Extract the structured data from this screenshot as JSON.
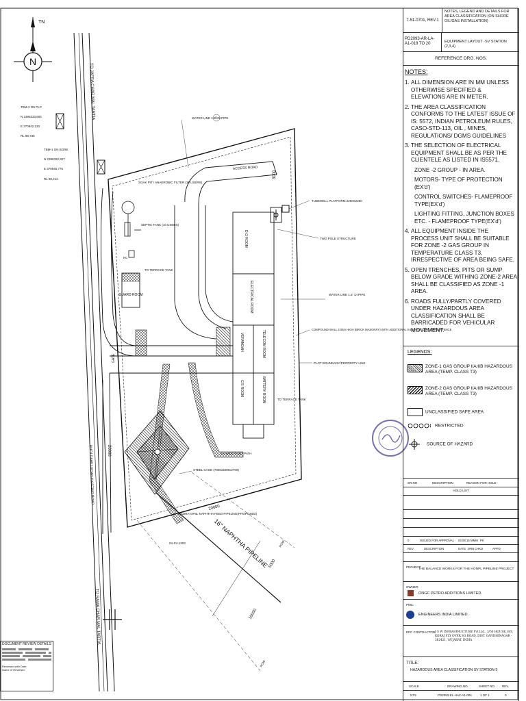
{
  "title_block": {
    "ref1_no": "7-51-0701, REV.1",
    "ref1_desc": "NOTES, LEGEND AND DETAILS FOR AREA CLASSIFICATION (ON SHORE OIL/GAS INSTALLATION)",
    "ref2_no": "PD2093-AR-LA-A1-018 TO 20",
    "ref2_desc": "EQUIPMENT LAYOUT -SV STATION (2,3,4)",
    "ref_header": "REFERENCE DRG. NOS.",
    "notes_header": "NOTES:",
    "notes": [
      "ALL DIMENSION ARE IN MM UNLESS OTHERWISE SPECIFIED & ELEVATIONS ARE IN METER.",
      "THE AREA CLASSIFICATION CONFORMS TO THE LATEST ISSUE OF IS: 5572, INDIAN PETROLEUM RULES, CASO-STD-113, OIL , MINES, REGULATIONS/ DGMS GUIDELINES",
      "THE SELECTION OF ELECTRICAL EQUIPMENT SHALL BE AS PER THE CLIENTELE AS LISTED IN IS5571.",
      "ALL EQUIPMENT INSIDE THE PROCESS UNIT SHALL BE SUITABLE FOR ZONE -2 GAS GROUP IN TEMPERATURE CLASS T3, IRRESPECTIVE OF AREA BEING SAFE.",
      "OPEN TRENCHES, PITS OR SUMP BELOW GRADE WITHING ZONE-2 AREA SHALL BE CLASSIFIED AS ZONE -1 AREA.",
      "ROADS FULLY/PARTLY COVERED UNDER HAZARDOUS AREA CLASSIFICATION SHALL BE BARRICADED FOR VEHICULAR MOVEMENT."
    ],
    "note_numbers": [
      "1.",
      "2.",
      "3.",
      "4.",
      "5.",
      "6."
    ],
    "note3_sub": [
      "ZONE -2 GROUP - IN AREA.",
      "MOTORS- TYPE OF PROTECTION (EX'd')",
      "CONTROL SWITCHES- FLAMEPROOF TYPE(EX'd')",
      "LIGHTING FITTING, JUNCTION BOXES ETC. - FLAMEPROOF TYPE(EX'd')"
    ],
    "legends_header": "LEGENDS:",
    "legends": [
      "ZONE-1 GAS GROUP IIA/IIB HAZARDOUS AREA (TEMP. CLASS T3)",
      "ZONE-2 GAS GROUP IIA/IIB HAZARDOUS AREA (TEMP. CLASS T3)",
      "UNCLASSIFIED SAFE AREA",
      "RESTRICTED",
      "SOURCE OF HAZARD"
    ],
    "hold_cols": [
      "SR.NO",
      "DESCRIPTION",
      "REASON FOR HOLD"
    ],
    "hold_list": "HOLD LIST",
    "rev_row": [
      "0",
      "ISSUED FOR APPROVAL",
      "03.08.15",
      "MMM",
      "PK"
    ],
    "rev_cols": [
      "REV.",
      "DESCRIPTION",
      "DATE",
      "DRN",
      "CHKD",
      "APPD"
    ],
    "project_label": "PROJECT:",
    "project": "THE BALANCE WORKS FOR THE HONPL PIPELINE PROJECT",
    "owner_label": "OWNER:",
    "owner": "ONGC PETRO ADDITIONS LIMITED.",
    "pmc_label": "PMC:",
    "pmc": "ENGINEERS INDIA LIMITED.",
    "epc_label": "EPC CONTRACTOR:",
    "epc": "J S W INFRASTRUCTURE Pvt.Ltd., 3/50 HOUSE, B/S, KORAJ FLY OVER SG ROAD, DIST. GANDHINAGAR - 382421, GUJARAT, INDIA",
    "title_label": "TITLE:",
    "title": "HAZARDOUS AREA CLASSIFICATION SV STATION-3",
    "foot_cols": [
      "SCALE",
      "DRAWING NO.",
      "SHEET NO.",
      "REV."
    ],
    "foot_vals": [
      "NTS",
      "PD2093-EL-HAZ-A1-004",
      "1 OF 1",
      "0"
    ]
  },
  "drawing": {
    "north": "N",
    "tn": "TN",
    "tbm2": [
      "TBM-2 ON TLP",
      "N 2395333,604",
      "E 370942,133",
      "RL 98,736"
    ],
    "tbm1": [
      "TBM-1 ON BORE",
      "N 2395332,327",
      "E 370945,775",
      "RL 98,212"
    ],
    "road_top": "TO JAFRA CHAR MAL TARTIA",
    "road_bottom": "TO RAMA CHAR MAL TARTIA",
    "road_left": "BHOJ DAHEJ ROAD EXISTING ROAD",
    "water_line_top": "WATER LINE 1.5\" DI PIPE",
    "water_line_right": "WATER LINE 1.5\" DI PIPE",
    "access_road": "ACCESS ROAD",
    "dim_3000": "3000",
    "dim_20000": "20000",
    "dim_5000": "5000",
    "dim_10000": "10000",
    "sewage": "SOAK PIT / ANAEROBIC FILTER (10 USERS)",
    "septic": "SEPTIC TANK (10 USERS)",
    "terrace_top": "TO TERRACE TANK",
    "terrace_bottom": "TO TERRACE TANK",
    "guard_room": "GUARD ROOM",
    "gate": "GATE",
    "dg_room": "D.G ROOM",
    "elec_room": "ELECTRICAL ROOM",
    "verandah": "VERANDAH",
    "telecom_room": "TELECOM ROOM",
    "battery_room": "BATTERY ROOM",
    "cs_room": "C/S ROOM",
    "tubewell": "TUBEWELL PLATFORM 2250X2250",
    "two_pole": "TWO POLE STRUCTURE",
    "compound_wall": "COMPOUND WALL 3.05m HIGH (BRICK MASONRY) WITH ADDITIONAL 0.6m HIGH CONCERTINA FENCE",
    "plot_boundary": "PLOT BOUNDARY/PROPERTY LINE",
    "footpath": "1m WIDE FOOT PATH",
    "steel_cage": "STEEL CAGE (7000x5000x2700)",
    "naphtha_line": "HAZIRA-OPaL NAPHTHA FEED PIPELINE(PROPOSED)",
    "sv_label": "04-SV-1303",
    "pipeline_text": "16\" NAPHTHA PIPELINE",
    "row_top": "ROW",
    "row_bottom": "ROW",
    "circle_num": "1",
    "review": [
      "DOCUMENT REVIEW DETAILS",
      "Reviewed with Date:",
      "Name of Reviewer:"
    ]
  },
  "colors": {
    "ink": "#111111",
    "stamp": "#7a6ab8",
    "owner_logo": "#8b3a2a",
    "pmc_logo": "#1c3f94"
  }
}
